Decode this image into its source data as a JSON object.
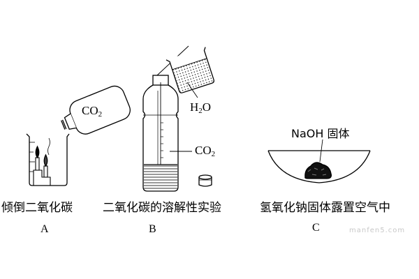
{
  "panels": [
    {
      "id": "A",
      "letter": "A",
      "caption": "倾倒二氧化碳",
      "gas_label": {
        "main": "CO",
        "sub": "2"
      }
    },
    {
      "id": "B",
      "letter": "B",
      "caption": "二氧化碳的溶解性实验",
      "water_label": {
        "pre": "H",
        "sub": "2",
        "post": "O"
      },
      "gas_label": {
        "main": "CO",
        "sub": "2"
      }
    },
    {
      "id": "C",
      "letter": "C",
      "caption": "氢氧化钠固体露置空气中",
      "solid_label": "NaOH 固体"
    }
  ],
  "watermark": "manfen5.com",
  "colors": {
    "line": "#000000",
    "background": "#ffffff",
    "watermark": "#c8c8c8"
  }
}
